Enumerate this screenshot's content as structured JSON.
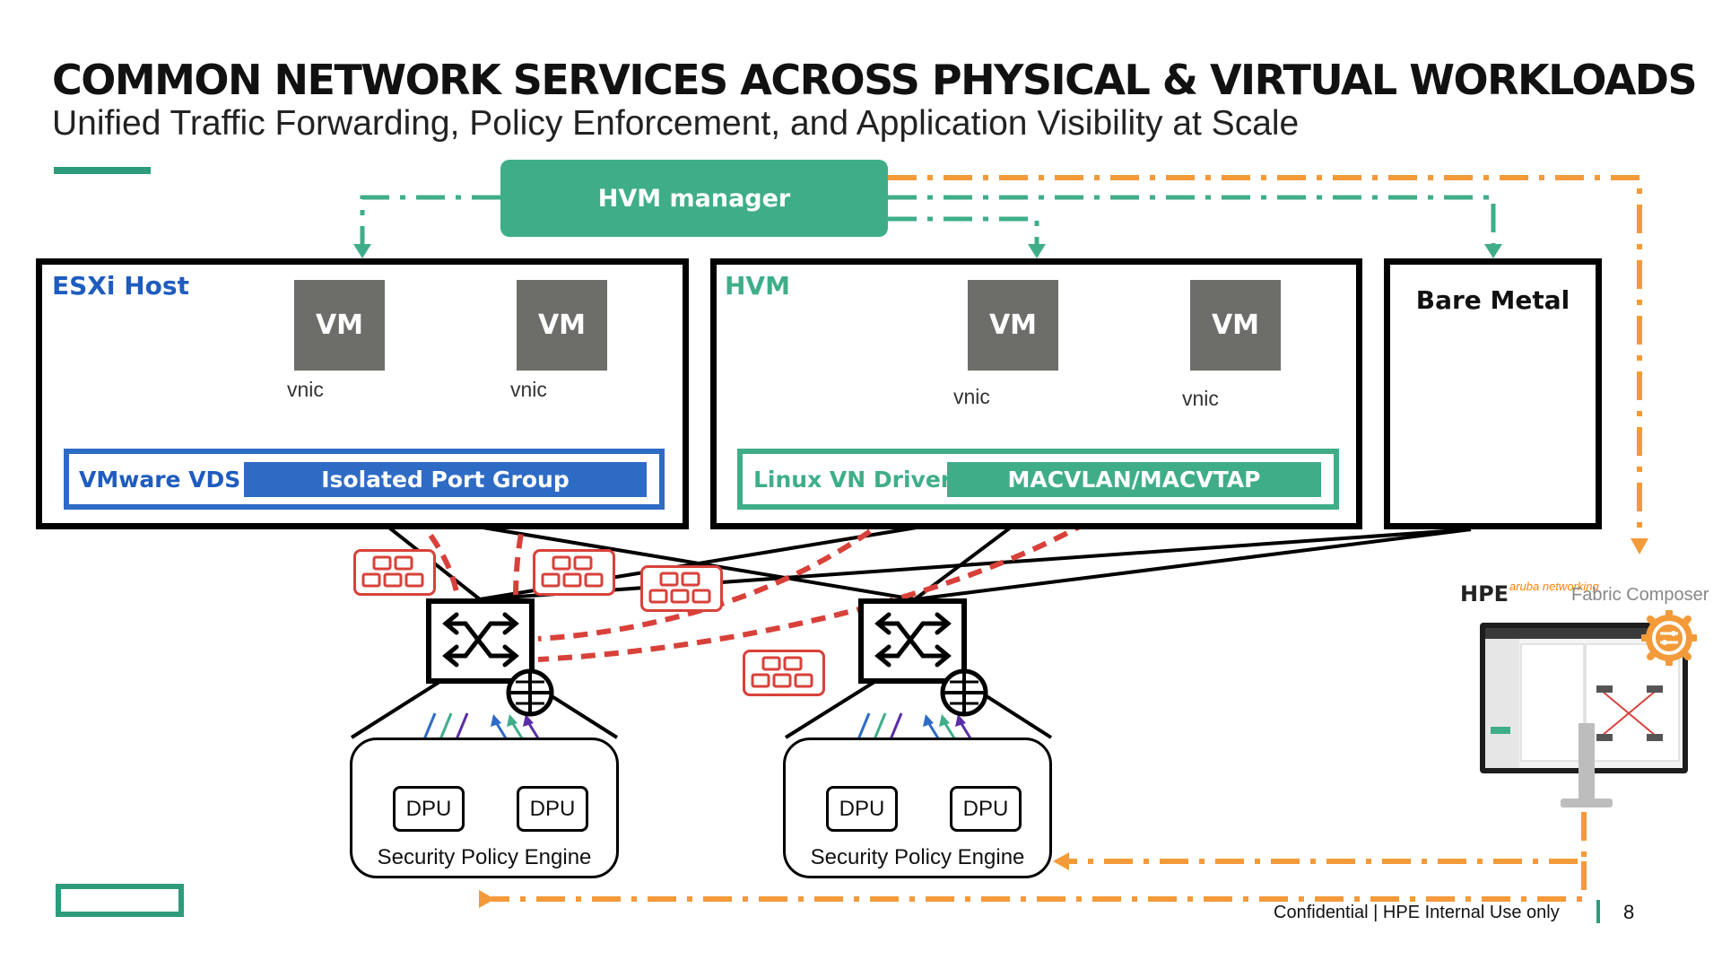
{
  "slide": {
    "title": "COMMON NETWORK SERVICES ACROSS PHYSICAL & VIRTUAL WORKLOADS",
    "subtitle": "Unified Traffic Forwarding, Policy Enforcement, and Application Visibility at Scale",
    "page_number": "8",
    "footer": "Confidential | HPE Internal Use only"
  },
  "manager": {
    "label": "HVM manager"
  },
  "hosts": {
    "esxi": {
      "label": "ESXi Host",
      "vm1": "VM",
      "vm2": "VM",
      "vnic1": "vnic",
      "vnic2": "vnic",
      "switch_label": "VMware VDS",
      "port_group": "Isolated Port Group"
    },
    "hvm": {
      "label": "HVM",
      "vm1": "VM",
      "vm2": "VM",
      "vnic1": "vnic",
      "vnic2": "vnic",
      "driver_label": "Linux VN Driver",
      "macvlan": "MACVLAN/MACVTAP"
    },
    "bare_metal": {
      "label": "Bare Metal"
    }
  },
  "engines": [
    {
      "dpu1": "DPU",
      "dpu2": "DPU",
      "label": "Security Policy Engine"
    },
    {
      "dpu1": "DPU",
      "dpu2": "DPU",
      "label": "Security Policy Engine"
    }
  ],
  "brand": {
    "hpe": "HPE",
    "aruba": "aruba networking",
    "product": "Fabric Composer"
  },
  "colors": {
    "teal": "#3fae88",
    "blue": "#2e6bc5",
    "orange": "#f39a3a",
    "red": "#d8413a"
  }
}
